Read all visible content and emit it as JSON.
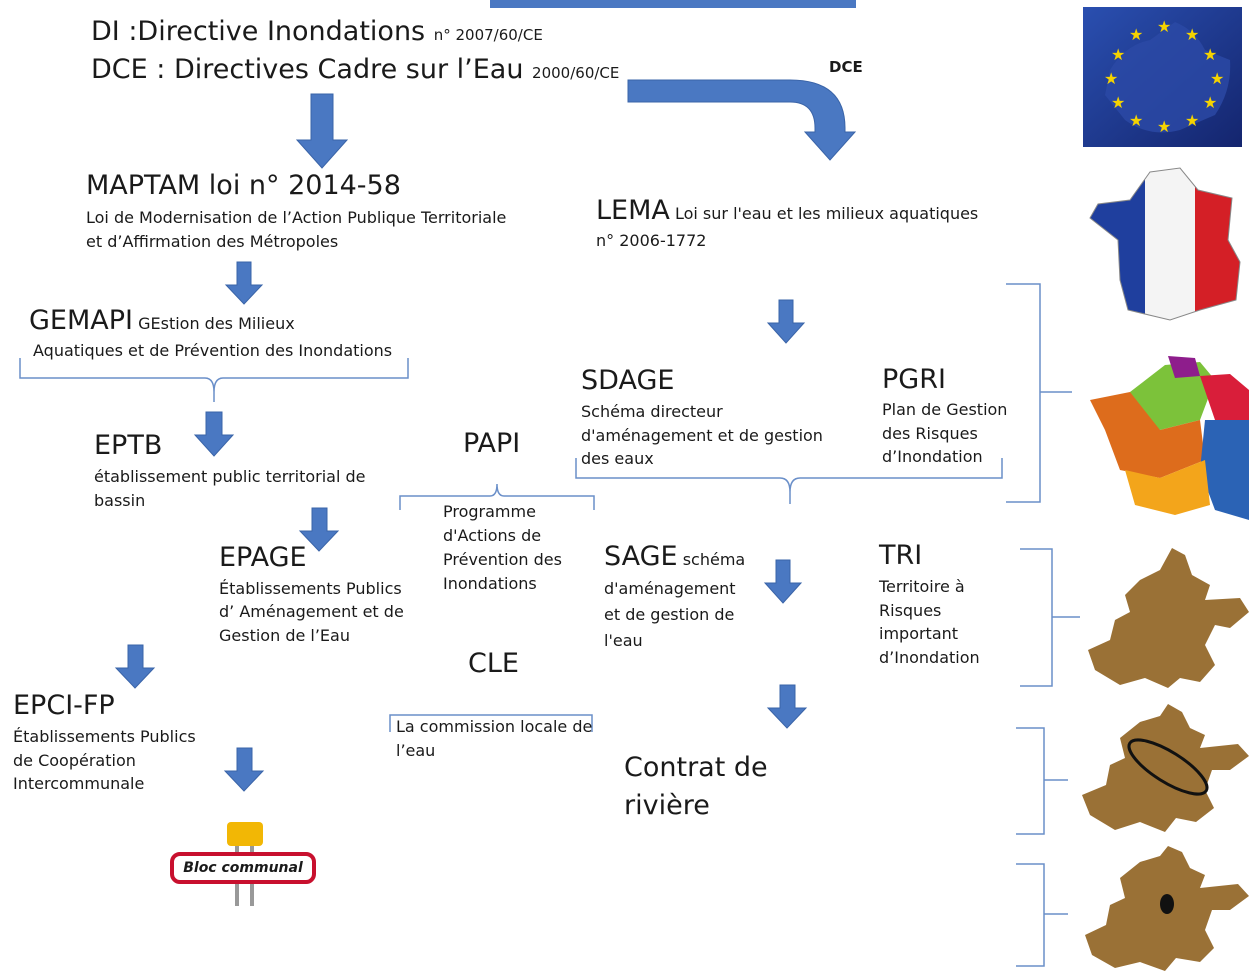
{
  "header": {
    "di_label": "DI :Directive Inondations",
    "di_ref": "n° 2007/60/CE",
    "dce_label": "DCE : Directives Cadre sur l’Eau",
    "dce_ref": "2000/60/CE",
    "dce_arrow_label": "DCE"
  },
  "maptam": {
    "title": "MAPTAM loi n° 2014-58",
    "desc1": "Loi de Modernisation de l’Action Publique Territoriale",
    "desc2": "et d’Affirmation des Métropoles"
  },
  "lema": {
    "title": "LEMA",
    "desc1": "Loi sur l'eau et les milieux aquatiques",
    "desc2": "n° 2006-1772"
  },
  "gemapi": {
    "title": "GEMAPI",
    "desc1": "GEstion des Milieux",
    "desc2": "Aquatiques et de Prévention des Inondations"
  },
  "eptb": {
    "title": "EPTB",
    "desc1": "établissement public territorial de",
    "desc2": "bassin"
  },
  "papi": {
    "title": "PAPI",
    "lines": [
      "Programme",
      "d'Actions de",
      "Prévention des",
      "Inondations"
    ]
  },
  "sdage": {
    "title": "SDAGE",
    "lines": [
      "Schéma directeur",
      "d'aménagement et de gestion",
      "des eaux"
    ]
  },
  "pgri": {
    "title": "PGRI",
    "lines": [
      "Plan de Gestion",
      "des Risques",
      "d’Inondation"
    ]
  },
  "epage": {
    "title": "EPAGE",
    "lines": [
      "Établissements Publics",
      "d’ Aménagement et de",
      "Gestion de l’Eau"
    ]
  },
  "sage": {
    "title": "SAGE",
    "lines": [
      "schéma",
      "d'aménagement",
      "et de gestion de",
      "l'eau"
    ]
  },
  "tri": {
    "title": "TRI",
    "lines": [
      "Territoire à",
      "Risques",
      "important",
      "d’Inondation"
    ]
  },
  "cle": {
    "title": "CLE",
    "desc1": "La commission locale de",
    "desc2": "l’eau"
  },
  "epci": {
    "title": "EPCI-FP",
    "lines": [
      "Établissements Publics",
      "de Coopération",
      "Intercommunale"
    ]
  },
  "contrat": {
    "line1": "Contrat de",
    "line2": "rivière"
  },
  "sign": {
    "label": "Bloc communal"
  },
  "colors": {
    "arrow": "#4a78c2",
    "bracket": "#6a8fc9",
    "eu_blue": "#1f3b95",
    "eu_star": "#f5d300",
    "basin_brown": "#9a7136",
    "sign_red": "#c8102e",
    "sign_yellow": "#f2b705"
  },
  "icons": [
    "eu-map-flag-icon",
    "france-flag-map-icon",
    "france-basins-map-icon",
    "territory-map-icon",
    "territory-risk-zone-icon",
    "territory-point-icon",
    "bloc-communal-sign-icon"
  ]
}
